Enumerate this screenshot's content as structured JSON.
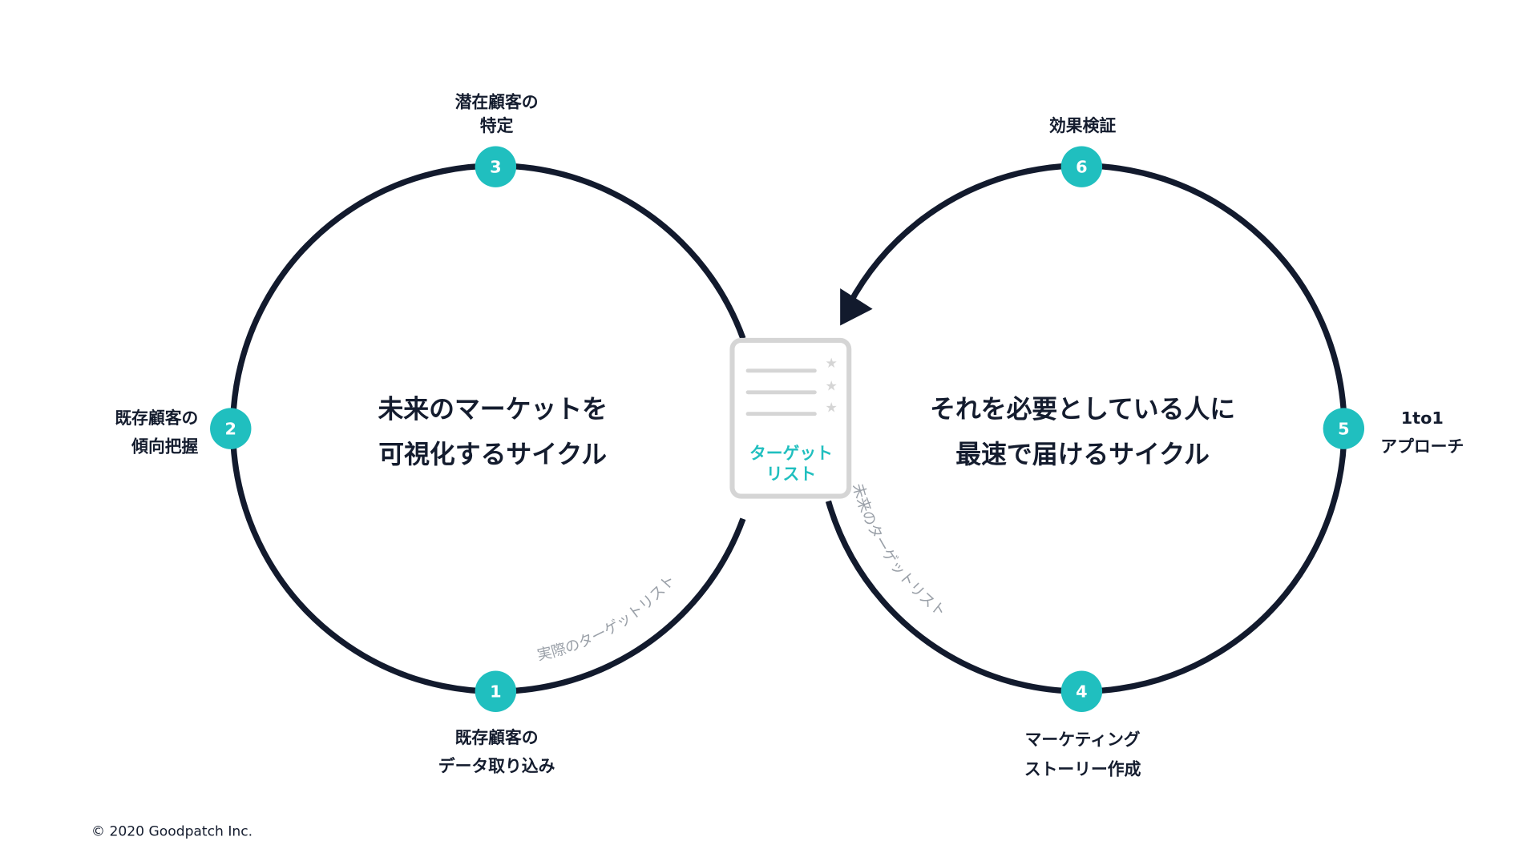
{
  "colors": {
    "accent": "#20bfbf",
    "line": "#121a2d",
    "card_border": "#d5d5d5"
  },
  "left_cycle": {
    "title_line1": "未来のマーケットを",
    "title_line2": "可視化するサイクル",
    "arc_label": "実際のターゲットリスト",
    "steps": [
      {
        "number": "1",
        "line1": "既存顧客の",
        "line2": "データ取り込み"
      },
      {
        "number": "2",
        "line1": "既存顧客の",
        "line2": "傾向把握"
      },
      {
        "number": "3",
        "line1": "潜在顧客の",
        "line2": "特定"
      }
    ]
  },
  "right_cycle": {
    "title_line1": "それを必要としている人に",
    "title_line2": "最速で届けるサイクル",
    "arc_label": "未来のターゲットリスト",
    "steps": [
      {
        "number": "4",
        "line1": "マーケティング",
        "line2": "ストーリー作成"
      },
      {
        "number": "5",
        "line1": "1to1",
        "line2": "アプローチ"
      },
      {
        "number": "6",
        "line1": "効果検証",
        "line2": ""
      }
    ]
  },
  "card": {
    "line1": "ターゲット",
    "line2": "リスト",
    "icon": "star-icon"
  },
  "footer": {
    "copyright": "© 2020 Goodpatch Inc."
  }
}
